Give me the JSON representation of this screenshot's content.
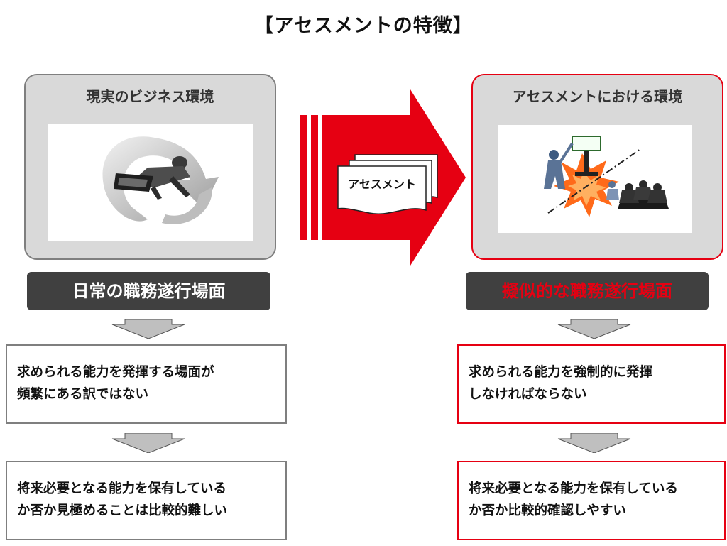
{
  "title": "【アセスメントの特徴】",
  "left": {
    "panel_title": "現実のビジネス環境",
    "scene": "日常の職務遂行場面",
    "note1": [
      "求められる能力を発揮する場面が",
      "頻繁にある訳ではない"
    ],
    "note2": [
      "将来必要となる能力を保有している",
      "か否か見極めることは比較的難しい"
    ]
  },
  "center": {
    "document_label": "アセスメント"
  },
  "right": {
    "panel_title": "アセスメントにおける環境",
    "scene": "擬似的な職務遂行場面",
    "note1": [
      "求められる能力を強制的に発揮",
      "しなければならない"
    ],
    "note2": [
      "将来必要となる能力を保有している",
      "か否か比較的確認しやすい"
    ]
  },
  "colors": {
    "accent_red": "#e60012",
    "dark_bar": "#404040",
    "panel_gray": "#d9d9d9",
    "border_gray": "#7f7f7f"
  }
}
